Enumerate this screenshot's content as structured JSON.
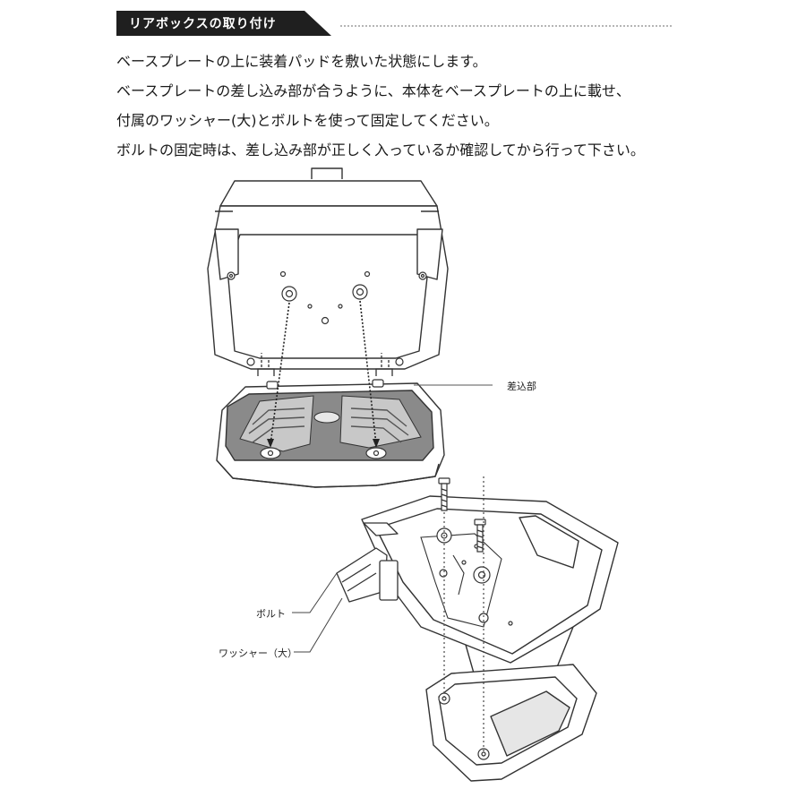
{
  "header": {
    "title": "リアボックスの取り付け"
  },
  "instructions": [
    "ベースプレートの上に装着パッドを敷いた状態にします。",
    "ベースプレートの差し込み部が合うように、本体をベースプレートの上に載せ、",
    "付属のワッシャー(大)とボルトを使って固定してください。",
    "ボルトの固定時は、差し込み部が正しく入っているか確認してから行って下さい。"
  ],
  "labels": {
    "insertion": "差込部",
    "bolt": "ボルト",
    "washer": "ワッシャー（大）"
  },
  "colors": {
    "line": "#333333",
    "pad": "#8a8a8a",
    "header_bg": "#1f1f1f"
  }
}
